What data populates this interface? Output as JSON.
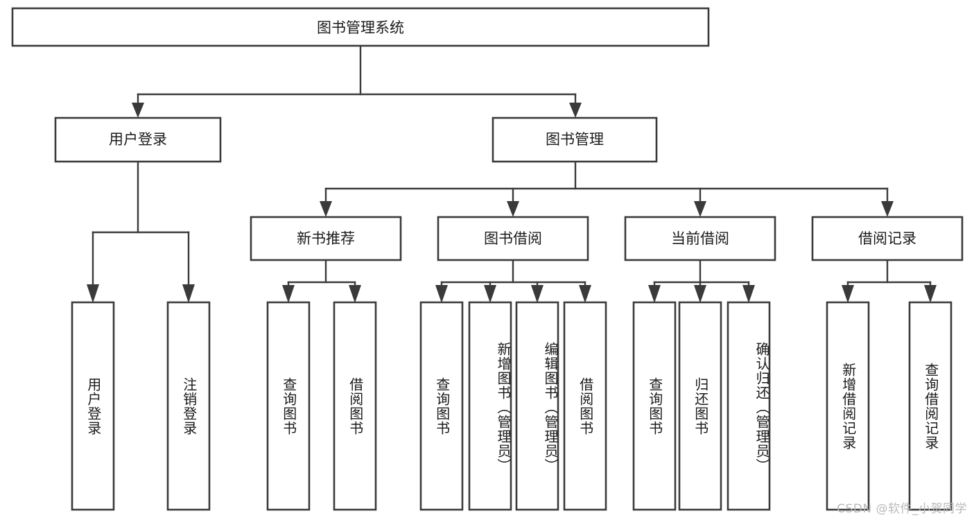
{
  "diagram": {
    "type": "hierarchy-tree",
    "title": "图书管理系统",
    "root": {
      "id": "root",
      "label": "图书管理系统"
    },
    "level2": [
      {
        "id": "user-login",
        "label": "用户登录"
      },
      {
        "id": "book-manage",
        "label": "图书管理"
      }
    ],
    "level3": [
      {
        "id": "new-book-recommend",
        "label": "新书推荐",
        "parent": "book-manage"
      },
      {
        "id": "book-borrow",
        "label": "图书借阅",
        "parent": "book-manage"
      },
      {
        "id": "current-borrow",
        "label": "当前借阅",
        "parent": "book-manage"
      },
      {
        "id": "borrow-record",
        "label": "借阅记录",
        "parent": "book-manage"
      }
    ],
    "leaves": [
      {
        "id": "leaf-user-login",
        "label": "用户登录",
        "parent": "user-login"
      },
      {
        "id": "leaf-user-logout",
        "label": "注销登录",
        "parent": "user-login"
      },
      {
        "id": "leaf-query-book-1",
        "label": "查询图书",
        "parent": "new-book-recommend"
      },
      {
        "id": "leaf-borrow-book-1",
        "label": "借阅图书",
        "parent": "new-book-recommend"
      },
      {
        "id": "leaf-query-book-2",
        "label": "查询图书",
        "parent": "book-borrow"
      },
      {
        "id": "leaf-add-book",
        "label": "新增图书（管理员）",
        "parent": "book-borrow"
      },
      {
        "id": "leaf-edit-book",
        "label": "编辑图书（管理员）",
        "parent": "book-borrow"
      },
      {
        "id": "leaf-borrow-book-2",
        "label": "借阅图书",
        "parent": "book-borrow"
      },
      {
        "id": "leaf-query-book-3",
        "label": "查询图书",
        "parent": "current-borrow"
      },
      {
        "id": "leaf-return-book",
        "label": "归还图书",
        "parent": "current-borrow"
      },
      {
        "id": "leaf-confirm-return",
        "label": "确认归还（管理员）",
        "parent": "current-borrow"
      },
      {
        "id": "leaf-add-record",
        "label": "新增借阅记录",
        "parent": "borrow-record"
      },
      {
        "id": "leaf-query-record",
        "label": "查询借阅记录",
        "parent": "borrow-record"
      }
    ],
    "colors": {
      "stroke": "#3a3a3a",
      "fill": "#ffffff",
      "text": "#1a1a1a",
      "watermark": "#b9b9b9",
      "background": "#ffffff"
    }
  },
  "watermark": {
    "text": "CSDN @软件_小贺同学"
  }
}
